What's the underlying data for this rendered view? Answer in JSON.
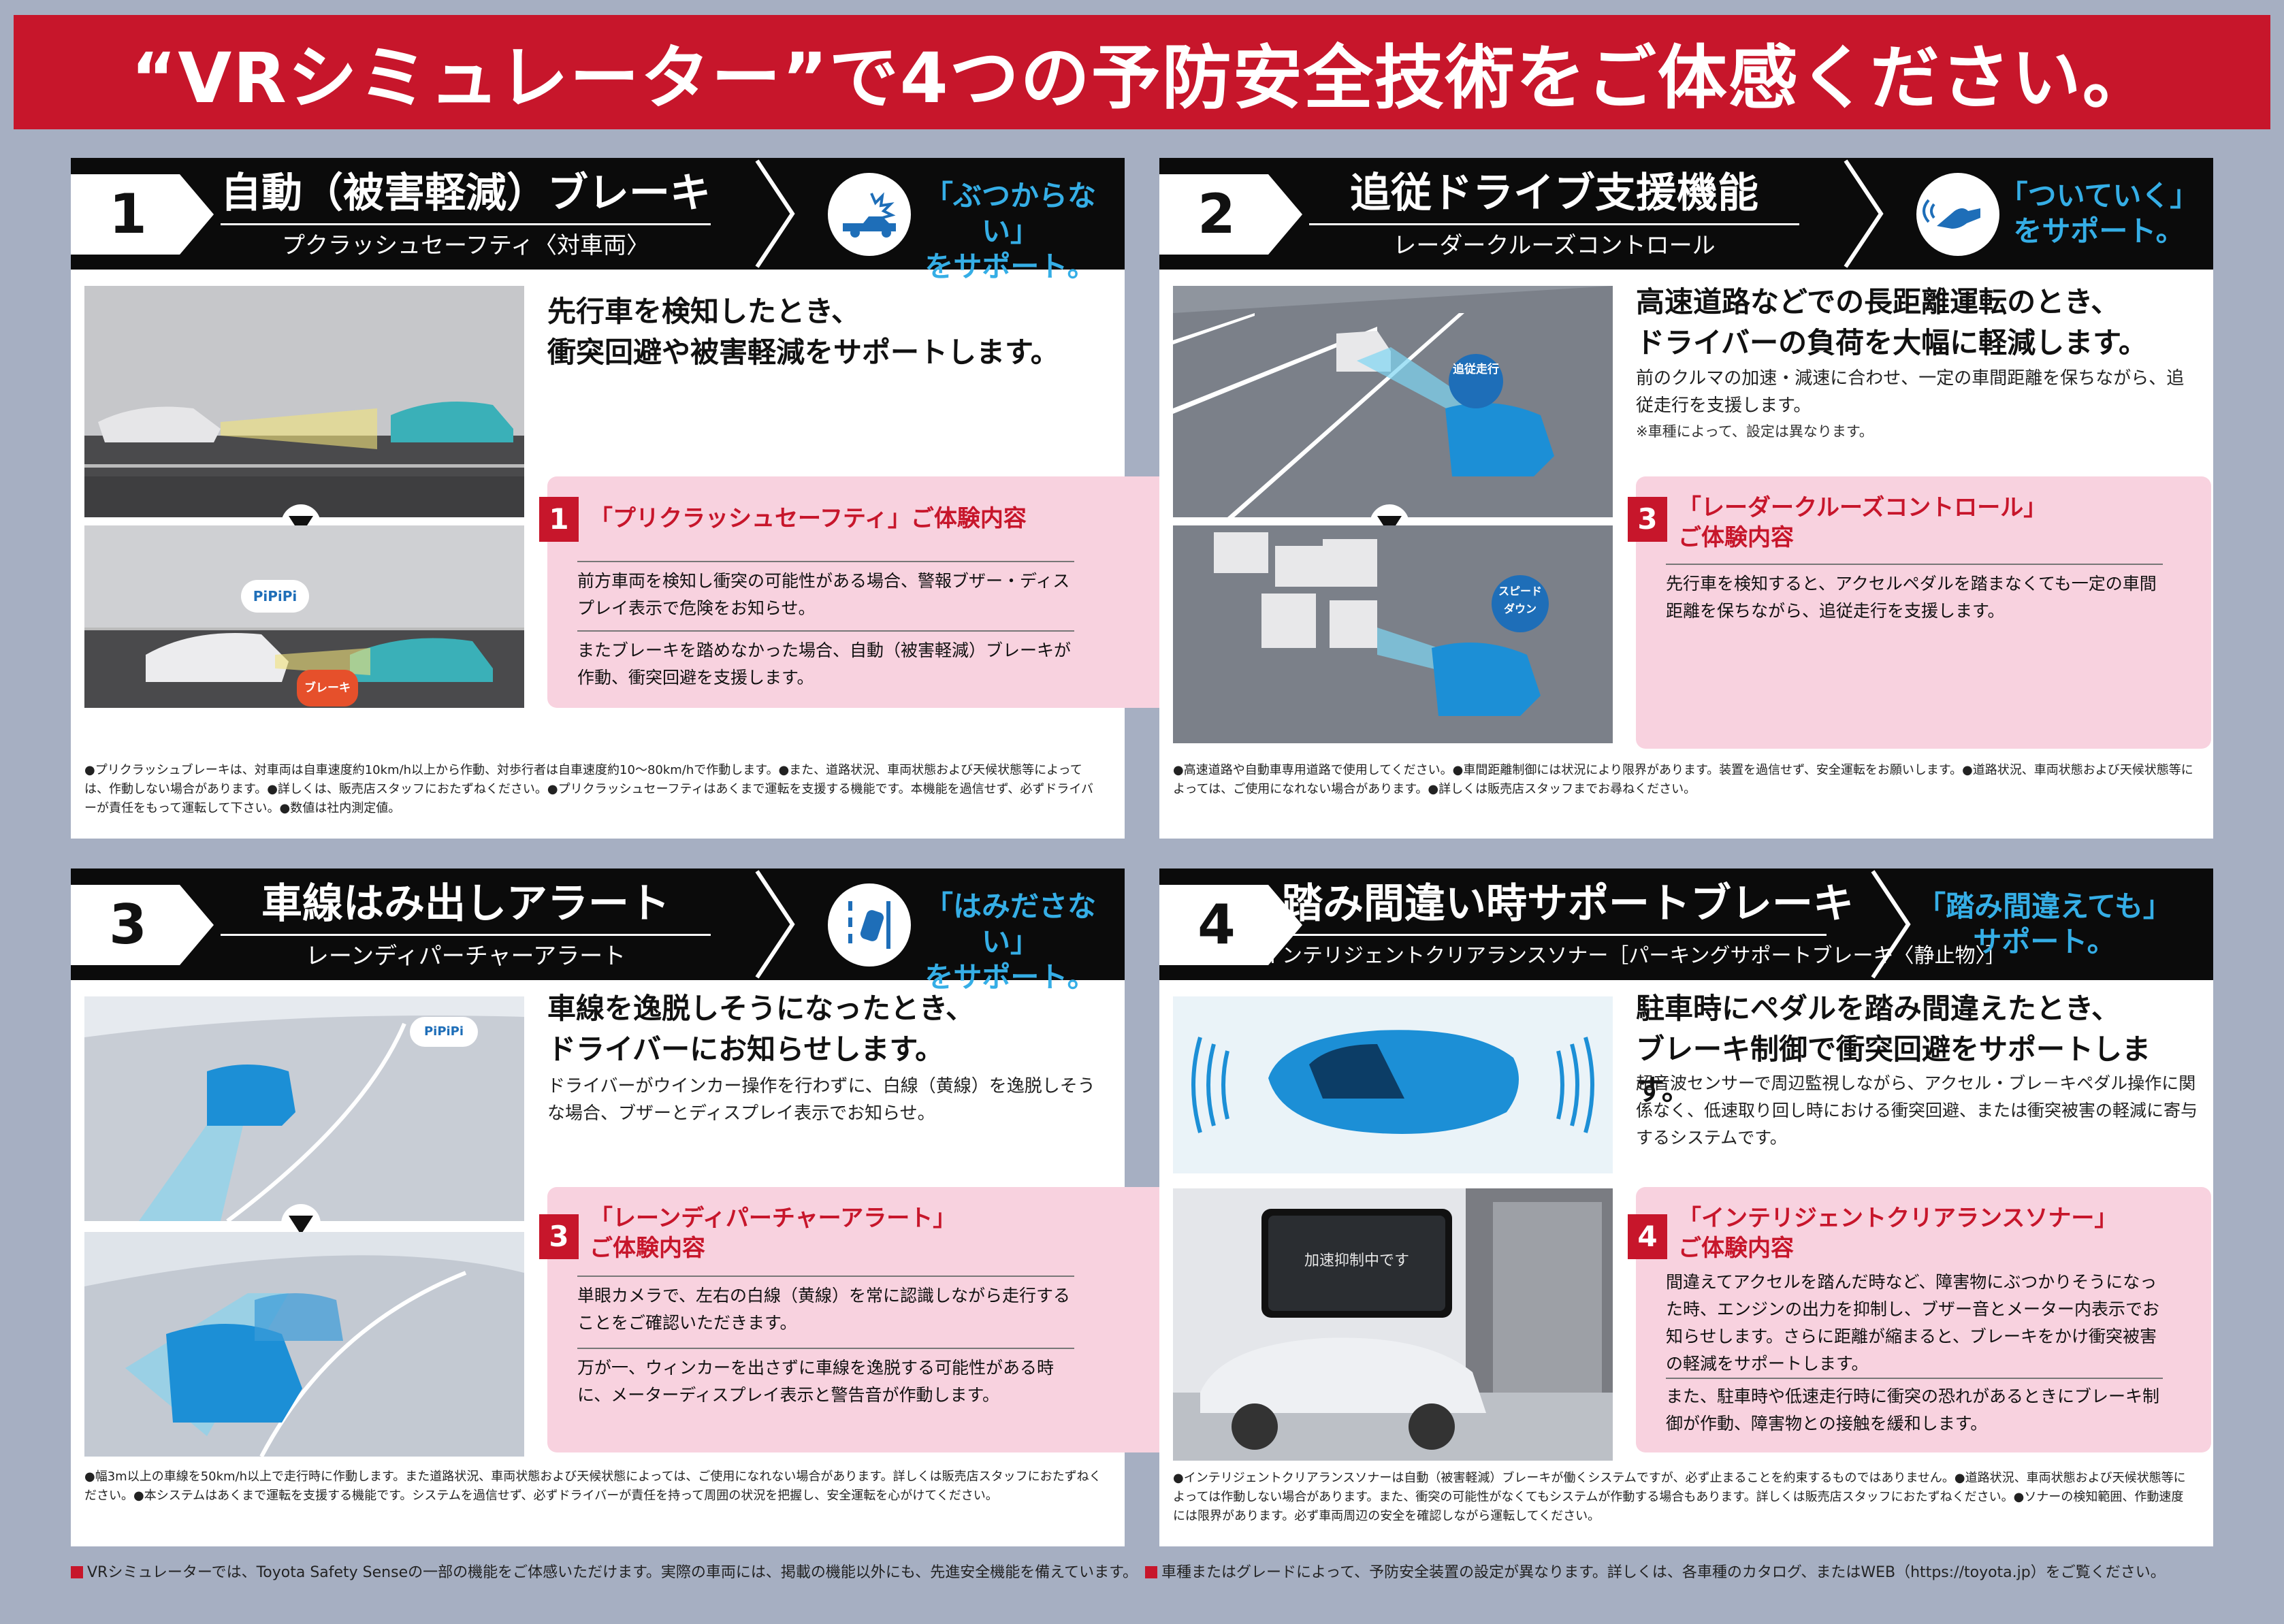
{
  "banner": {
    "title": "“VRシミュレーター”で4つの予防安全技術をご体感ください。"
  },
  "panels": [
    {
      "number": "1",
      "title": "自動（被害軽減）ブレーキ",
      "subtitle": "プクラッシュセーフティ〈対車両〉",
      "icon": "collision-car-icon",
      "tag": "「ぶつからない」\nをサポート。",
      "lead": "先行車を検知したとき、\n衝突回避や被害軽減をサポートします。",
      "box": {
        "number": "1",
        "title": "「プリクラッシュセーフティ」ご体験内容",
        "items": [
          "前方車両を検知し衝突の可能性がある場合、警報ブザー・ディスプレイ表示で危険をお知らせ。",
          "またブレーキを踏めなかった場合、自動（被害軽減）ブレーキが作動、衝突回避を支援します。"
        ]
      },
      "image_labels": [
        "PiPiPi",
        "ブレーキ"
      ],
      "footnote": "●プリクラッシュブレーキは、対車両は自車速度約10km/h以上から作動、対歩行者は自車速度約10～80km/hで作動します。●また、道路状況、車両状態および天候状態等によっては、作動しない場合があります。●詳しくは、販売店スタッフにおたずねください。●プリクラッシュセーフティはあくまで運転を支援する機能です。本機能を過信せず、必ずドライバーが責任をもって運転して下さい。●数値は社内測定値。"
    },
    {
      "number": "2",
      "title": "追従ドライブ支援機能",
      "subtitle": "レーダークルーズコントロール",
      "icon": "radar-hand-icon",
      "tag": "「ついていく」\nをサポート。",
      "lead": "高速道路などでの長距離運転のとき、\nドライバーの負荷を大幅に軽減します。",
      "desc": "前のクルマの加速・減速に合わせ、一定の車間距離を保ちながら、追従走行を支援します。",
      "note": "※車種によって、設定は異なります。",
      "box": {
        "number": "3",
        "title": "「レーダークルーズコントロール」\nご体験内容",
        "items": [
          "先行車を検知すると、アクセルペダルを踏まなくても一定の車間距離を保ちながら、追従走行を支援します。"
        ]
      },
      "image_labels": [
        "追従走行",
        "スピード\nダウン"
      ],
      "footnote": "●高速道路や自動車専用道路で使用してください。●車間距離制御には状況により限界があります。装置を過信せず、安全運転をお願いします。●道路状況、車両状態および天候状態等によっては、ご使用になれない場合があります。●詳しくは販売店スタッフまでお尋ねください。"
    },
    {
      "number": "3",
      "title": "車線はみ出しアラート",
      "subtitle": "レーンディパーチャーアラート",
      "icon": "lane-departure-icon",
      "tag": "「はみださない」\nをサポート。",
      "lead": "車線を逸脱しそうになったとき、\nドライバーにお知らせします。",
      "desc": "ドライバーがウインカー操作を行わずに、白線（黄線）を逸脱しそうな場合、ブザーとディスプレイ表示でお知らせ。",
      "box": {
        "number": "3",
        "title": "「レーンディパーチャーアラート」\nご体験内容",
        "items": [
          "単眼カメラで、左右の白線（黄線）を常に認識しながら走行することをご確認いただきます。",
          "万が一、ウィンカーを出さずに車線を逸脱する可能性がある時に、メーターディスプレイ表示と警告音が作動します。"
        ]
      },
      "image_labels": [
        "PiPiPi"
      ],
      "footnote": "●幅3m以上の車線を50km/h以上で走行時に作動します。また道路状況、車両状態および天候状態によっては、ご使用になれない場合があります。詳しくは販売店スタッフにおたずねください。●本システムはあくまで運転を支援する機能です。システムを過信せず、必ずドライバーが責任を持って周囲の状況を把握し、安全運転を心がけてください。"
    },
    {
      "number": "4",
      "title": "踏み間違い時サポートブレーキ",
      "subtitle": "インテリジェントクリアランスソナー［パーキングサポートブレーキ〈静止物〉］",
      "tag": "「踏み間違えても」\nサポート。",
      "lead": "駐車時にペダルを踏み間違えたとき、\nブレーキ制御で衝突回避をサポートします。",
      "desc": "超音波センサーで周辺監視しながら、アクセル・ブレ－キペダル操作に関係なく、低速取り回し時における衝突回避、または衝突被害の軽減に寄与するシステムです。",
      "box": {
        "number": "4",
        "title": "「インテリジェントクリアランスソナー」\nご体験内容",
        "items": [
          "間違えてアクセルを踏んだ時など、障害物にぶつかりそうになった時、エンジンの出力を抑制し、ブザー音とメーター内表示でお知らせします。さらに距離が縮まると、ブレーキをかけ衝突被害の軽減をサポートします。",
          "また、駐車時や低速走行時に衝突の恐れがあるときにブレーキ制御が作動、障害物との接触を緩和します。"
        ]
      },
      "image_labels": [
        "加速抑制中です"
      ],
      "footnote": "●インテリジェントクリアランスソナーは自動（被害軽減）ブレーキが働くシステムですが、必ず止まることを約束するものではありません。●道路状況、車両状態および天候状態等によっては作動しない場合があります。また、衝突の可能性がなくてもシステムが作動する場合もあります。詳しくは販売店スタッフにおたずねください。●ソナーの検知範囲、作動速度には限界があります。必ず車両周辺の安全を確認しながら運転してください。"
    }
  ],
  "bottom": {
    "note1": "VRシミュレーターでは、Toyota Safety Senseの一部の機能をご体感いただけます。実際の車両には、掲載の機能以外にも、先進安全機能を備えています。",
    "note2": "車種またはグレードによって、予防安全装置の設定が異なります。詳しくは、各車種のカタログ、またはWEB（https://toyota.jp）をご覧ください。"
  },
  "colors": {
    "red": "#c7162b",
    "blue": "#35aee6",
    "pink": "#f8d2df",
    "header": "#0b0b0b",
    "bg": "#a6afc2"
  }
}
